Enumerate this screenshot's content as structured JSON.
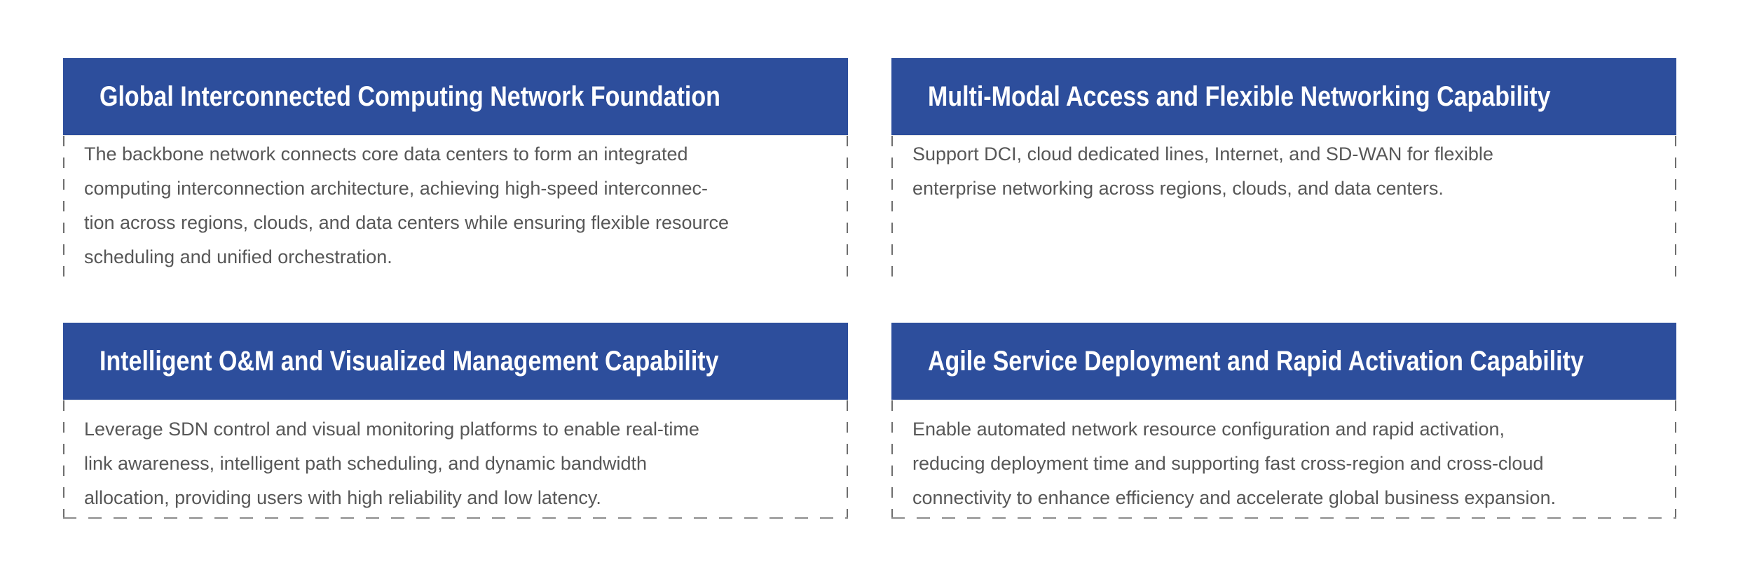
{
  "theme": {
    "page_bg_color": "#ffffff",
    "header_bg_color": "#2d4e9c",
    "header_text_color": "#ffffff",
    "body_text_color": "#575757",
    "side_dash_color": "#6e6e6e",
    "bottom_dash_color": "#8c8c8c"
  },
  "cards": [
    {
      "title": "Global Interconnected Computing Network Foundation",
      "body": "The backbone network connects core data centers to form an integrated\ncomputing interconnection architecture, achieving high-speed interconnec-\ntion across regions, clouds, and data centers while ensuring flexible resource\nscheduling and unified orchestration."
    },
    {
      "title": "Multi-Modal Access and Flexible Networking Capability",
      "body": "Support DCI, cloud dedicated lines, Internet, and SD-WAN for flexible\nenterprise networking across regions, clouds, and data centers."
    },
    {
      "title": "Intelligent O&M and Visualized Management Capability",
      "body": "Leverage SDN control and visual monitoring platforms to enable real-time\nlink awareness, intelligent path scheduling, and dynamic bandwidth\nallocation, providing users with high reliability and low latency."
    },
    {
      "title": "Agile Service Deployment and Rapid Activation Capability",
      "body": "Enable automated network resource configuration and rapid activation,\nreducing deployment time and supporting fast cross-region and cross-cloud\nconnectivity to enhance efficiency and accelerate global business expansion."
    }
  ]
}
